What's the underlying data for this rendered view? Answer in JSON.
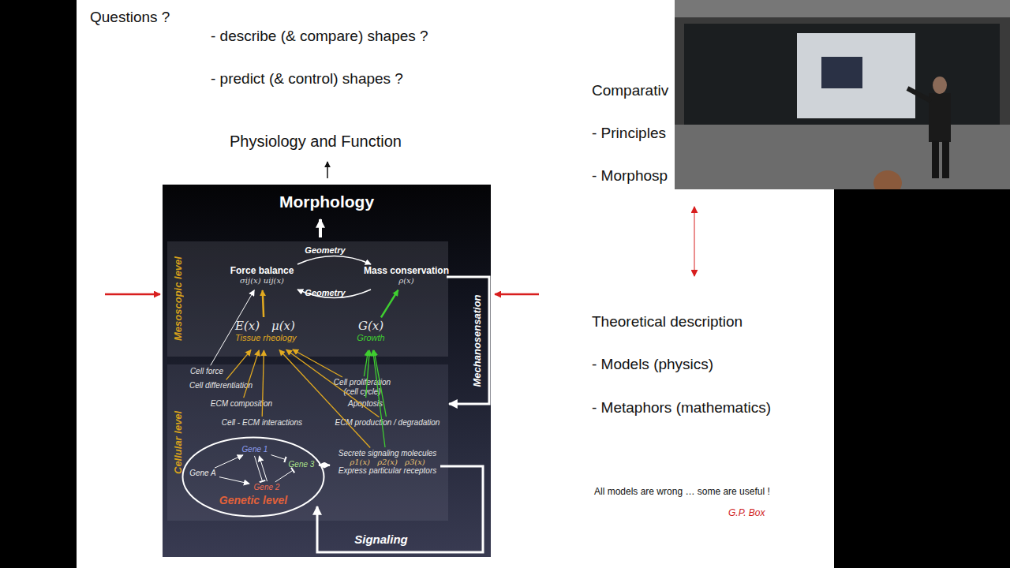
{
  "diagram": {
    "nodes": [
      {
        "text": [
          "Morphology"
        ]
      },
      {
        "text": [
          "Mesoscopic level"
        ],
        "in": 0
      },
      {
        "text": [
          "Force balance",
          "σij(x) uij(x)"
        ],
        "in": 1
      },
      {
        "text": [
          "Mass conservation",
          "ρ(x)"
        ],
        "in": 1
      },
      {
        "text": [
          "E(x) μ(x)",
          "Tissue rheology"
        ],
        "in": 1
      },
      {
        "text": [
          "G(x)",
          "Growth"
        ],
        "in": 1
      },
      {
        "text": [
          "Cellular level"
        ],
        "in": 0
      },
      {
        "text": [
          "Cell force"
        ],
        "in": 6
      },
      {
        "text": [
          "Cell differentiation"
        ],
        "in": 6
      },
      {
        "text": [
          "Cell proliferation (cell cycle)"
        ],
        "in": 6
      },
      {
        "text": [
          "ECM composition"
        ],
        "in": 6
      },
      {
        "text": [
          "Apoptosis"
        ],
        "in": 6
      },
      {
        "text": [
          "Cell - ECM interactions"
        ],
        "in": 6
      },
      {
        "text": [
          "ECM production / degradation"
        ],
        "in": 6
      },
      {
        "text": [
          "Genetic level"
        ],
        "in": 6
      },
      {
        "text": [
          "Gene 1"
        ],
        "in": 14
      },
      {
        "text": [
          "Gene A"
        ],
        "in": 14
      },
      {
        "text": [
          "Gene 3"
        ],
        "in": 14
      },
      {
        "text": [
          "Gene 2"
        ],
        "in": 14
      },
      {
        "text": [
          "Secrete signaling molecules",
          "ρ1(x) ρ2(x) ρ3(x)",
          "Express particular receptors"
        ],
        "in": 6
      }
    ],
    "edges": [
      {
        "from": 2,
        "to": 3,
        "label": "Geometry",
        "arrow": "to"
      },
      {
        "from": 3,
        "to": 2,
        "label": "Geometry",
        "arrow": "to"
      },
      {
        "from": 4,
        "to": 2,
        "arrow": "to"
      },
      {
        "from": 5,
        "to": 3,
        "arrow": "to"
      },
      {
        "from": 7,
        "to": 2,
        "arrow": "to"
      },
      {
        "from": 8,
        "to": 4,
        "arrow": "to"
      },
      {
        "from": 10,
        "to": 4,
        "arrow": "to"
      },
      {
        "from": 12,
        "to": 4,
        "arrow": "to"
      },
      {
        "from": 9,
        "to": 4,
        "arrow": "to"
      },
      {
        "from": 13,
        "to": 4,
        "arrow": "to"
      },
      {
        "from": 19,
        "to": 4,
        "arrow": "to"
      },
      {
        "from": 9,
        "to": 5,
        "arrow": "to"
      },
      {
        "from": 11,
        "to": 5,
        "arrow": "to"
      },
      {
        "from": 13,
        "to": 5,
        "arrow": "to"
      },
      {
        "from": 19,
        "to": 5,
        "arrow": "to"
      },
      {
        "from": 3,
        "to": 6,
        "label": "Mechanosensation",
        "arrow": "to"
      },
      {
        "from": 19,
        "to": 14,
        "label": "Signaling",
        "arrow": "to"
      },
      {
        "from": 17,
        "to": 19,
        "arrow": "both"
      },
      {
        "from": 16,
        "to": 15,
        "arrow": "to"
      },
      {
        "from": 16,
        "to": 18,
        "arrow": "to"
      },
      {
        "from": 15,
        "to": 17,
        "arrow": "to"
      },
      {
        "from": 15,
        "to": 18,
        "arrow": "to"
      },
      {
        "from": 18,
        "to": 15,
        "arrow": "to"
      },
      {
        "from": 18,
        "to": 17,
        "arrow": "to"
      }
    ],
    "labels": [
      "Questions ?",
      "- describe (& compare) shapes ?",
      "- predict (& control) shapes ?",
      "Physiology and Function",
      "Comparativ",
      "- Principles",
      "- Morphosp",
      "Theoretical description",
      "- Models (physics)",
      "- Metaphors (mathematics)",
      "All models are wrong … some are useful !",
      "G.P. Box"
    ]
  }
}
